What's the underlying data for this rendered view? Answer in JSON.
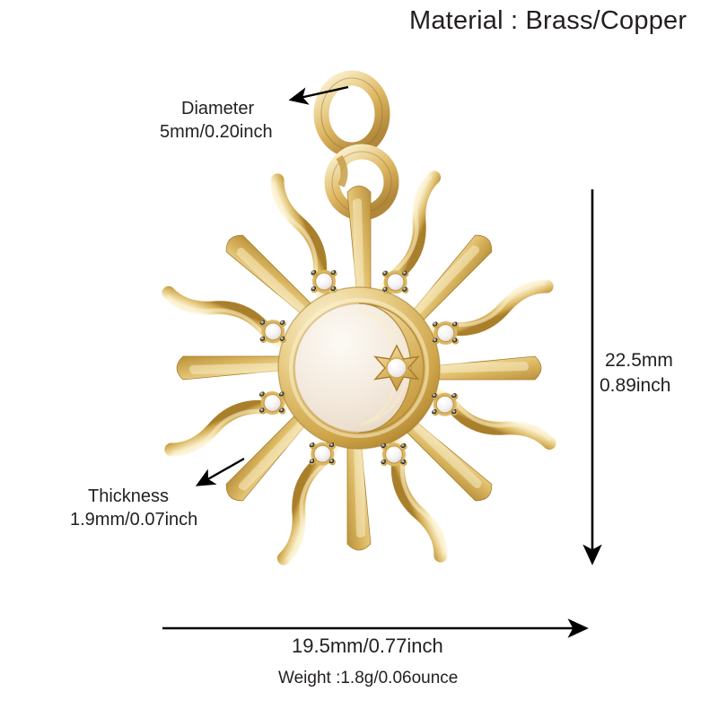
{
  "header": {
    "material_label": "Material : Brass/Copper"
  },
  "annotations": {
    "diameter": {
      "name": "Diameter",
      "value": "5mm/0.20inch"
    },
    "thickness": {
      "name": "Thickness",
      "value": "1.9mm/0.07inch"
    },
    "height": {
      "value_mm": "22.5mm",
      "value_inch": "0.89inch"
    },
    "width": {
      "value": "19.5mm/0.77inch"
    },
    "weight": {
      "label": "Weight :1.8g/0.06ounce"
    }
  },
  "product": {
    "type": "sun-moon-star-charm-pendant",
    "ray_count_straight": 8,
    "ray_count_wavy": 8,
    "cz_stone_count": 8,
    "center_star_stone_count": 1,
    "jump_ring_count": 2
  },
  "colors": {
    "text": "#231f20",
    "background": "#ffffff",
    "gold_highlight": "#faf0cf",
    "gold_light": "#eed99a",
    "gold_mid": "#dcb863",
    "gold_deep": "#c29a41",
    "gold_shadow": "#a87f2c",
    "pearl_light": "#fbf6ef",
    "pearl_mid": "#f1e6d9",
    "pearl_shade": "#e4d4c2",
    "stone_white": "#ffffff",
    "stone_shade": "#e8e4e6",
    "dimension_line": "#000000"
  }
}
